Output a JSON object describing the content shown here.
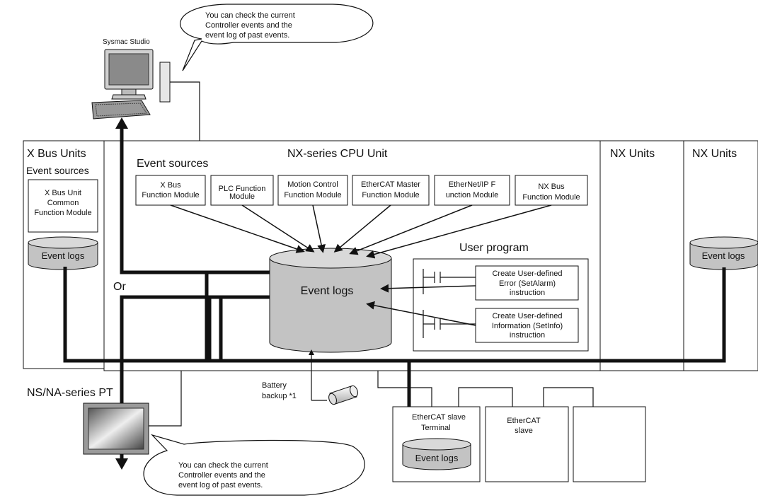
{
  "colors": {
    "cylinder_fill": "#c3c3c3",
    "cylinder_top": "#d9d9d9",
    "line": "#111111",
    "screen": "#8a8a8a"
  },
  "labels": {
    "sysmac_studio": "Sysmac Studio",
    "bubble_top": [
      "You can check the current",
      "Controller events and the",
      "event log of past events."
    ],
    "bubble_bottom": [
      "You can check the current",
      "Controller events and the",
      "event log of past events."
    ],
    "x_bus_units": "X Bus Units",
    "x_bus_event_sources": "Event sources",
    "x_bus_common_module": [
      "X Bus Unit",
      "Common",
      "Function Module"
    ],
    "nx_cpu_unit": "NX-series CPU Unit",
    "event_sources": "Event sources",
    "nx_units_1": "NX Units",
    "nx_units_2": "NX Units",
    "event_logs": "Event logs",
    "user_program": "User program",
    "or": "Or",
    "ns_na_pt": "NS/NA-series PT",
    "battery": [
      "Battery",
      "backup *1"
    ],
    "ethercat_slave_terminal": [
      "EtherCAT slave",
      "Terminal"
    ],
    "ethercat_slave": [
      "EtherCAT",
      "slave"
    ]
  },
  "modules": [
    {
      "lines": [
        "X Bus",
        "Function Module"
      ]
    },
    {
      "lines": [
        "PLC Function",
        "Module"
      ]
    },
    {
      "lines": [
        "Motion Control",
        "Function Module"
      ]
    },
    {
      "lines": [
        "EtherCAT Master",
        "Function Module"
      ]
    },
    {
      "lines": [
        "EtherNet/IP F",
        "unction Module"
      ]
    },
    {
      "lines": [
        "NX Bus",
        "Function Module"
      ]
    }
  ],
  "instructions": [
    {
      "lines": [
        "Create User-defined",
        "Error (SetAlarm)",
        "instruction"
      ]
    },
    {
      "lines": [
        "Create User-defined",
        "Information (SetInfo)",
        "instruction"
      ]
    }
  ]
}
